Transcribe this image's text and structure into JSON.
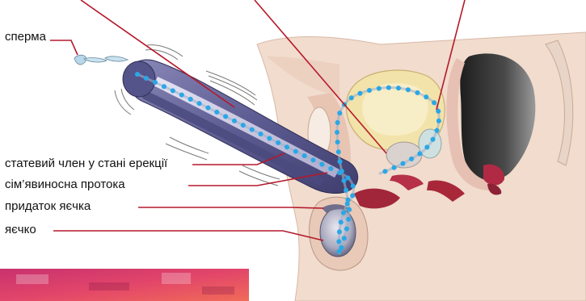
{
  "labels": {
    "sperm": "сперма",
    "erect_penis": "статевий член у стані ерекції",
    "vas_deferens": "сім’явиносна протока",
    "epididymis": "придаток яєчка",
    "testis": "яєчко"
  },
  "colors": {
    "leader_line": "#b5192b",
    "sperm_path": "#2aa7e6",
    "skin": "#f0d9c9",
    "skin_dark": "#e3b8a4",
    "penis": "#6a6aa0",
    "bladder": "#f2e2a8",
    "rectum": "#3a3a3a",
    "tissue_red": "#a8283a",
    "corner_block": "#d83a6a"
  }
}
